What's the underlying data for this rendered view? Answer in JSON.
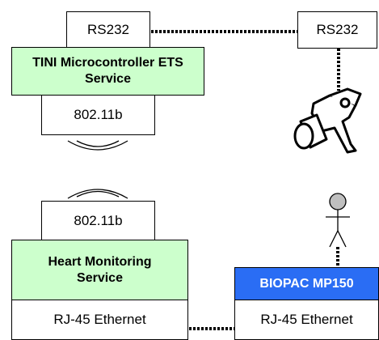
{
  "colors": {
    "service_fill": "#ccffcc",
    "biopac_fill": "#2a6df4",
    "line": "#000000",
    "person_head": "#bfbfbf"
  },
  "top_node": {
    "rs232": "RS232",
    "service": "TINI Microcontroller ETS Service",
    "wireless": "802.11b"
  },
  "remote_rs232": "RS232",
  "device_icon": "handheld-sensor-icon",
  "bottom_node": {
    "wireless": "802.11b",
    "service": "Heart Monitoring Service",
    "ethernet": "RJ-45 Ethernet"
  },
  "biopac": {
    "title": "BIOPAC MP150",
    "ethernet": "RJ-45 Ethernet"
  },
  "person_icon": "person-icon"
}
